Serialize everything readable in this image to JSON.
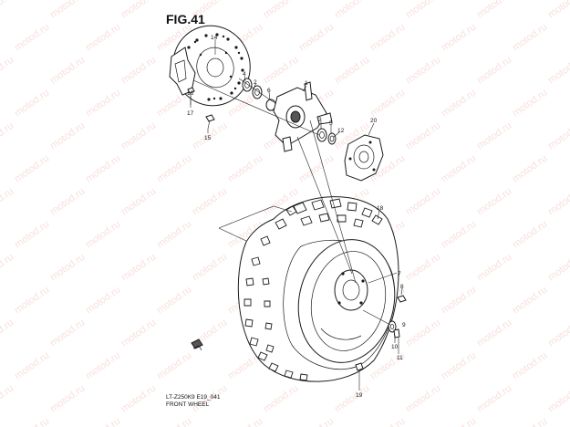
{
  "figure": {
    "title": "FIG.41",
    "model_code": "LT-Z250K9 E19_041",
    "caption": "FRONT WHEEL"
  },
  "watermark": {
    "text": "motod.ru",
    "color": "#e8a89d"
  },
  "callouts": [
    "1",
    "2",
    "3",
    "4",
    "5",
    "6",
    "7",
    "8",
    "9",
    "10",
    "11",
    "12",
    "14",
    "15",
    "16",
    "17",
    "18",
    "19",
    "20"
  ],
  "colors": {
    "line": "#1a1a1a",
    "background": "#ffffff"
  }
}
